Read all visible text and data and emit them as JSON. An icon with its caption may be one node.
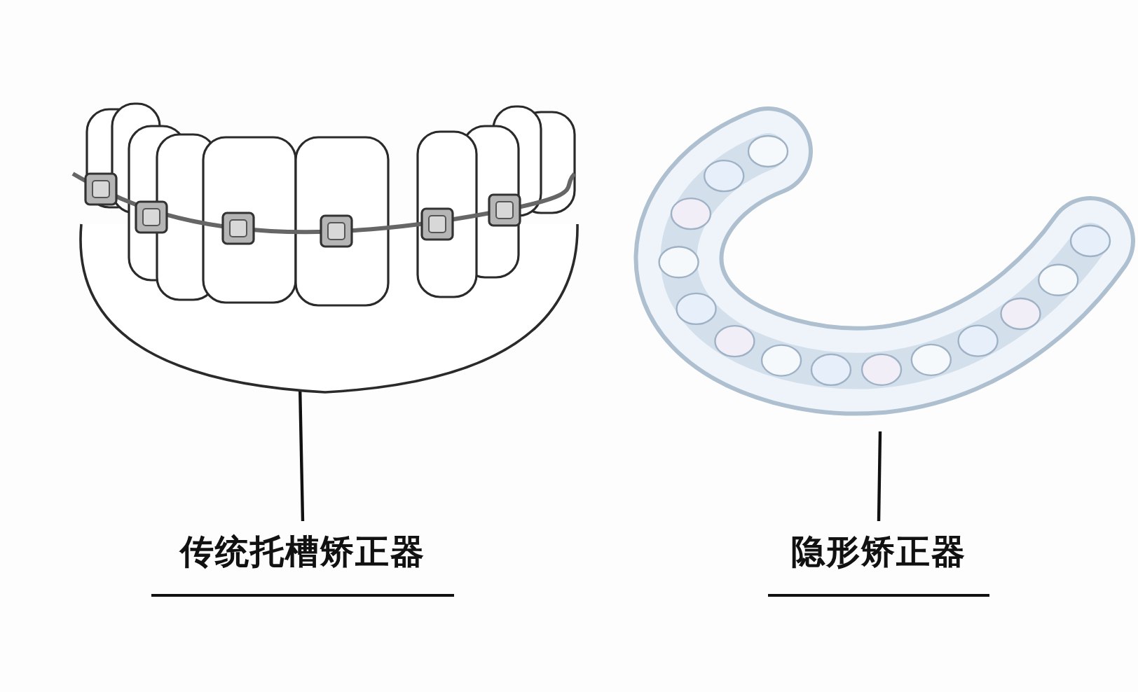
{
  "diagram": {
    "nodes": [
      {
        "text": [],
        "shape": "picture"
      },
      {
        "text": [],
        "shape": "picture"
      },
      {
        "text": [
          "传统托槽矫正器"
        ]
      },
      {
        "text": [
          "隐形矫正器"
        ]
      }
    ],
    "edges": [
      {
        "from": 2,
        "to": 0,
        "arrow": "none"
      },
      {
        "from": 3,
        "to": 1,
        "arrow": "none"
      }
    ]
  }
}
